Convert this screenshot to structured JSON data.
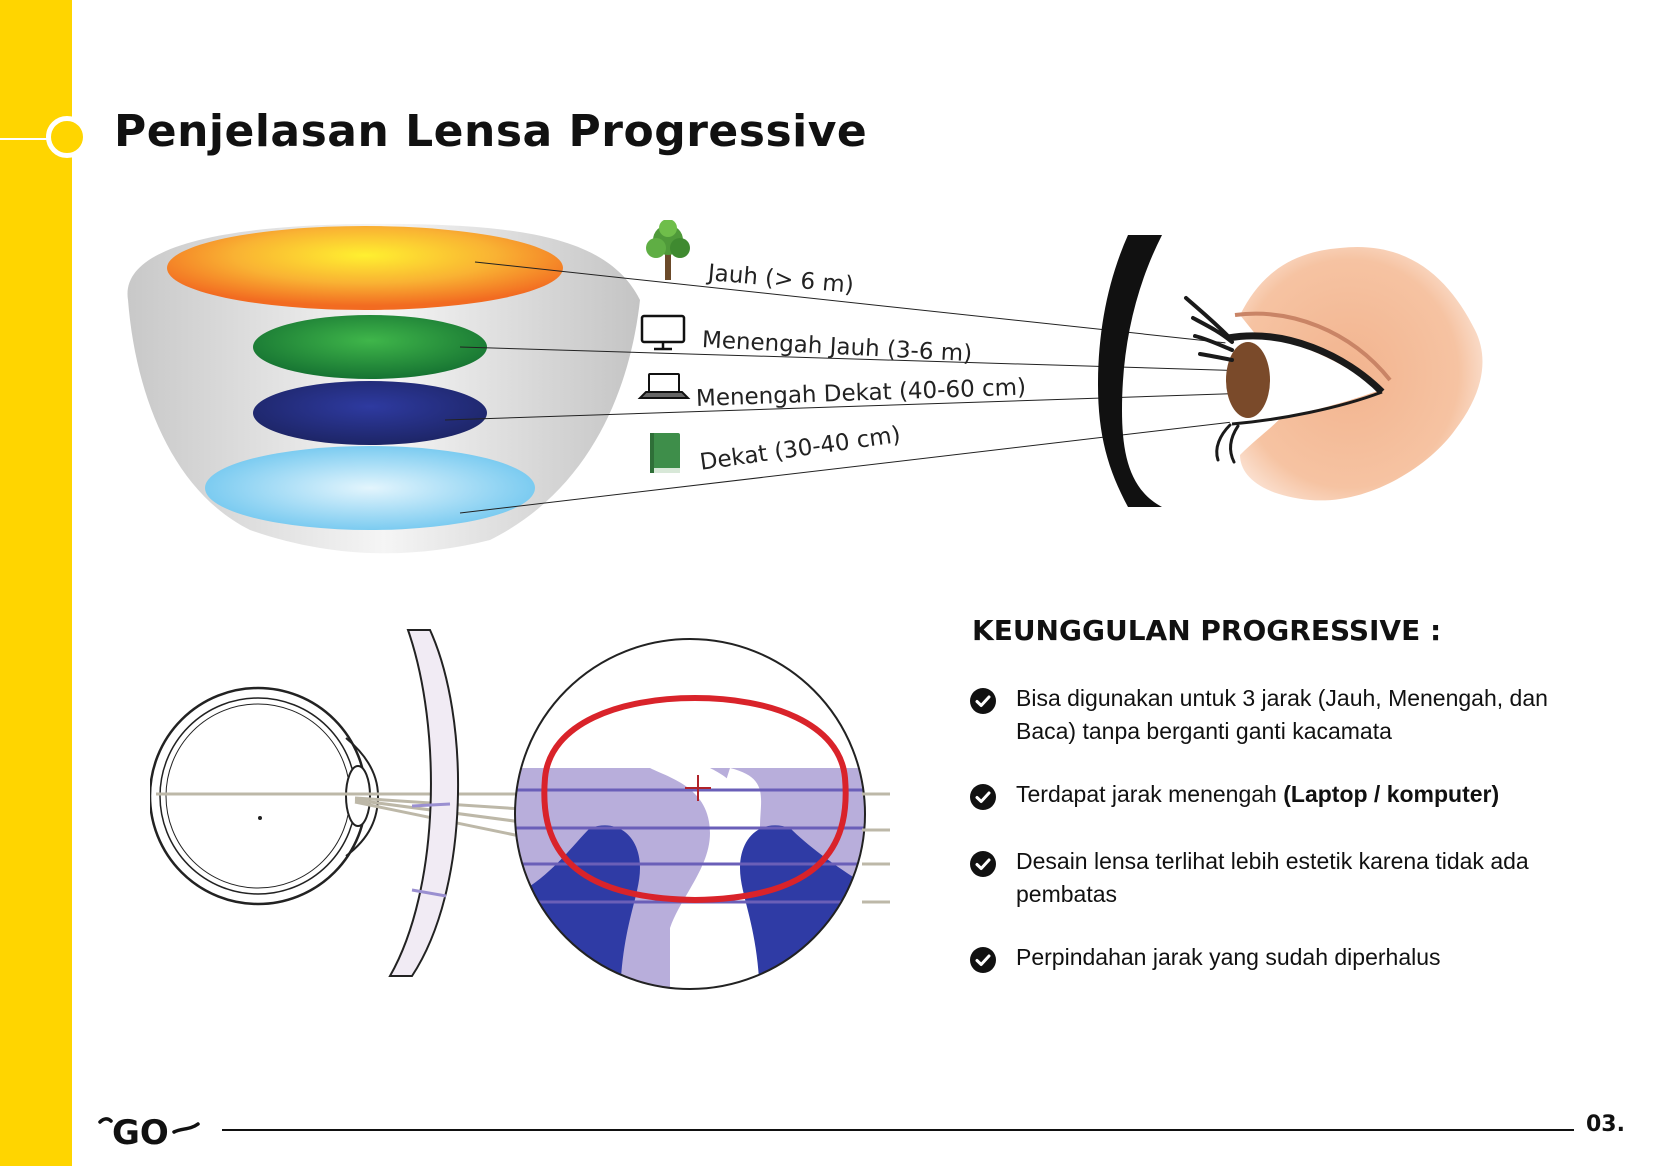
{
  "colors": {
    "accent_yellow": "#ffd500",
    "far_zone": "#f47a22",
    "intermediate_far_zone": "#1f8a3c",
    "intermediate_near_zone": "#252f86",
    "near_zone": "#6fc8ef",
    "frame_red": "#d9232a",
    "corridor_purple": "#8c7fc2"
  },
  "title": "Penjelasan Lensa Progressive",
  "zones": [
    {
      "label": "Jauh (> 6 m)",
      "icon": "tree-icon"
    },
    {
      "label": "Menengah Jauh (3-6 m)",
      "icon": "monitor-icon"
    },
    {
      "label": "Menengah Dekat (40-60 cm)",
      "icon": "laptop-icon"
    },
    {
      "label": "Dekat (30-40 cm)",
      "icon": "book-icon"
    }
  ],
  "benefits_heading": "KEUNGGULAN PROGRESSIVE :",
  "benefits": [
    {
      "text": "Bisa digunakan untuk 3 jarak (Jauh, Menengah, dan Baca) tanpa berganti ganti kacamata",
      "bold": ""
    },
    {
      "text": "Terdapat jarak menengah ",
      "bold": "(Laptop / komputer)"
    },
    {
      "text": "Desain lensa terlihat lebih estetik karena tidak ada pembatas",
      "bold": ""
    },
    {
      "text": "Perpindahan jarak yang sudah diperhalus",
      "bold": ""
    }
  ],
  "logo_text": "GO",
  "page_number": "03."
}
